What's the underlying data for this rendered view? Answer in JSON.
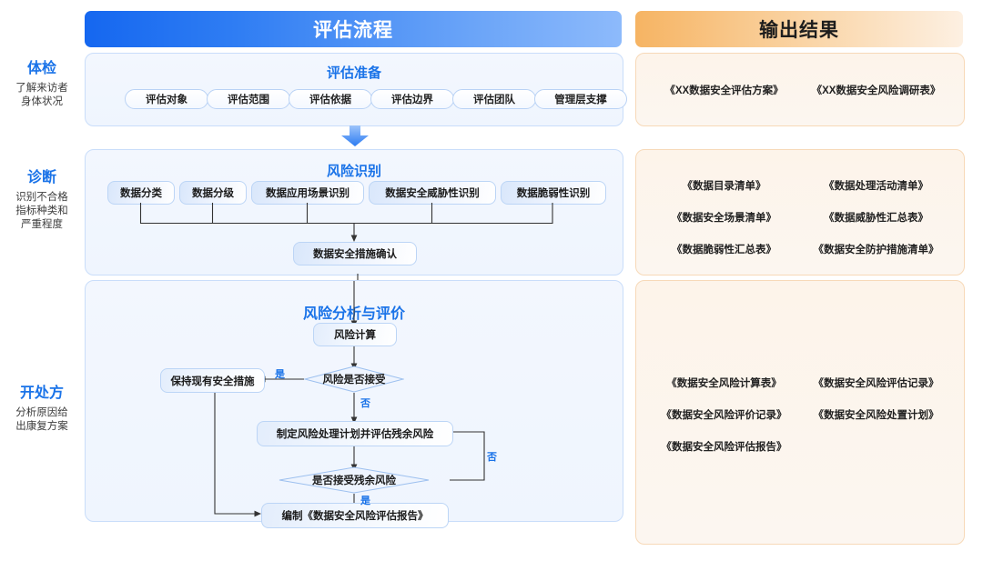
{
  "headers": {
    "flow": "评估流程",
    "output": "输出结果"
  },
  "stages": [
    {
      "title": "体检",
      "desc_lines": [
        "了解来访者",
        "身体状况"
      ]
    },
    {
      "title": "诊断",
      "desc_lines": [
        "识别不合格",
        "指标种类和",
        "严重程度"
      ]
    },
    {
      "title": "开处方",
      "desc_lines": [
        "分析原因给",
        "出康复方案"
      ]
    }
  ],
  "flow": {
    "preparation": {
      "title": "评估准备",
      "chips": [
        "评估对象",
        "评估范围",
        "评估依据",
        "评估边界",
        "评估团队",
        "管理层支撑"
      ]
    },
    "risk_identification": {
      "title": "风险识别",
      "nodes": [
        "数据分类",
        "数据分级",
        "数据应用场景识别",
        "数据安全威胁性识别",
        "数据脆弱性识别"
      ],
      "merge_node": "数据安全措施确认"
    },
    "risk_analysis": {
      "title": "风险分析与评价",
      "node_calc": "风险计算",
      "decision_accept": "风险是否接受",
      "node_keep": "保持现有安全措施",
      "node_plan": "制定风险处理计划并评估残余风险",
      "decision_residual": "是否接受残余风险",
      "node_report": "编制《数据安全风险评估报告》",
      "labels": {
        "yes": "是",
        "no": "否"
      }
    }
  },
  "outputs": {
    "preparation": [
      "《XX数据安全评估方案》",
      "《XX数据安全风险调研表》"
    ],
    "risk_identification": [
      "《数据目录清单》",
      "《数据处理活动清单》",
      "《数据安全场景清单》",
      "《数据威胁性汇总表》",
      "《数据脆弱性汇总表》",
      "《数据安全防护措施清单》"
    ],
    "risk_analysis": [
      "《数据安全风险计算表》",
      "《数据安全风险评估记录》",
      "《数据安全风险评价记录》",
      "《数据安全风险处置计划》",
      "《数据安全风险评估报告》",
      ""
    ]
  },
  "colors": {
    "flow_header_start": "#1567f0",
    "flow_header_end": "#8dbafb",
    "output_header_start": "#f6b463",
    "output_header_end": "#fdf0e2",
    "accent_blue": "#1a73e8",
    "panel_blue_bg": "#f3f7fe",
    "panel_blue_border": "#c9ddfa",
    "panel_orange_bg": "#fdf4ea",
    "panel_orange_border": "#f7d9b8"
  }
}
